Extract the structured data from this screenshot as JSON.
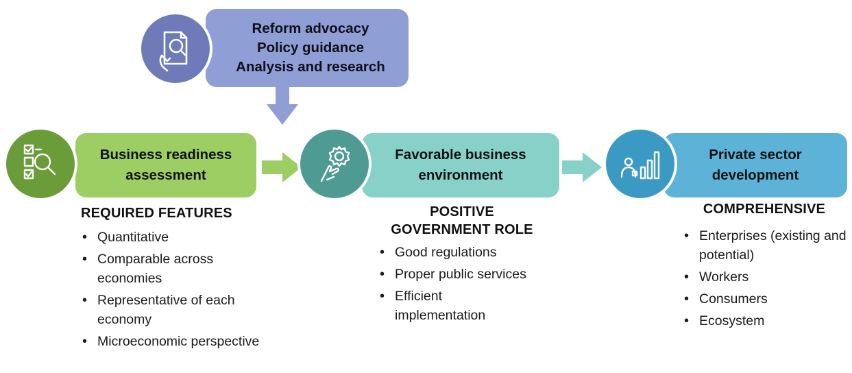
{
  "top": {
    "lines": [
      "Reform advocacy",
      "Policy guidance",
      "Analysis and research"
    ],
    "icon": "magnifier-document-icon"
  },
  "stages": [
    {
      "label_lines": [
        "Business readiness",
        "assessment"
      ],
      "icon": "checklist-magnifier-icon",
      "heading_lines": [
        "REQUIRED FEATURES"
      ],
      "bullets": [
        "Quantitative",
        "Comparable across economies",
        "Representative of each economy",
        "Microeconomic perspective"
      ]
    },
    {
      "label_lines": [
        "Favorable business",
        "environment"
      ],
      "icon": "hand-gear-icon",
      "heading_lines": [
        "POSITIVE",
        "GOVERNMENT ROLE"
      ],
      "bullets": [
        "Good regulations",
        "Proper public services",
        "Efficient implementation"
      ]
    },
    {
      "label_lines": [
        "Private sector",
        "development"
      ],
      "icon": "person-bar-chart-icon",
      "heading_lines": [
        "COMPREHENSIVE"
      ],
      "bullets": [
        "Enterprises (existing and potential)",
        "Workers",
        "Consumers",
        "Ecosystem"
      ]
    }
  ],
  "colors": {
    "top_box": "#8f9ed4",
    "top_circle": "#6e7bb8",
    "stage1_box": "#9cce63",
    "stage1_circle": "#6a9d3a",
    "stage2_box": "#87d1c9",
    "stage2_circle": "#4e9b94",
    "stage3_box": "#5db2d8",
    "stage3_circle": "#3b9ac4"
  }
}
